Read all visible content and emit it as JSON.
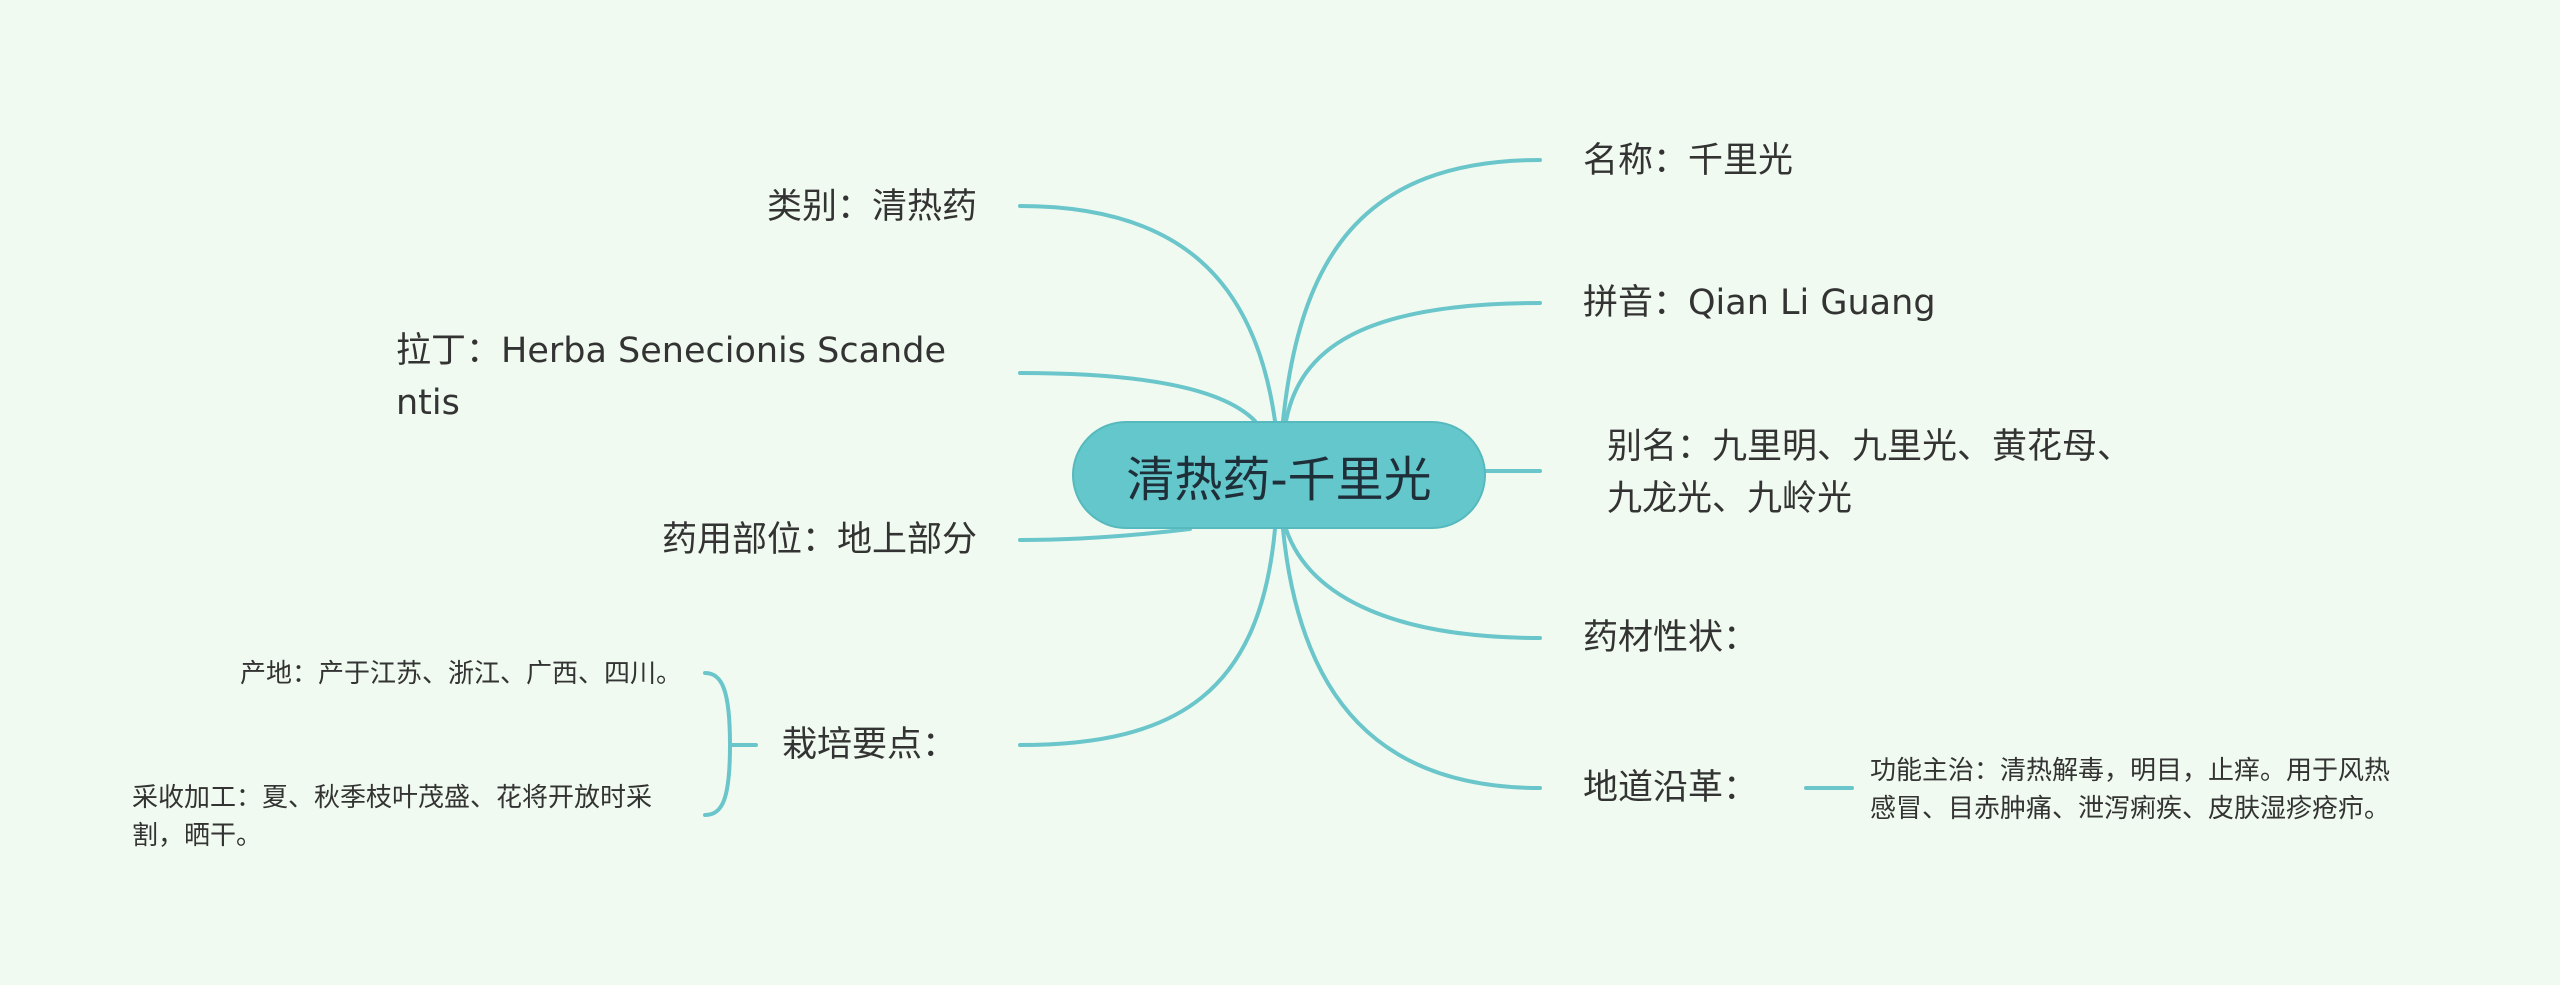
{
  "center": {
    "label": "清热药-千里光"
  },
  "left_branches": [
    {
      "id": "category",
      "lines": [
        "类别：清热药"
      ]
    },
    {
      "id": "latin",
      "lines": [
        "拉丁：Herba Senecionis Scande",
        "ntis"
      ]
    },
    {
      "id": "part",
      "lines": [
        "药用部位：地上部分"
      ]
    },
    {
      "id": "cultivation",
      "lines": [
        "栽培要点："
      ]
    }
  ],
  "cultivation_children": [
    {
      "id": "origin",
      "lines": [
        "产地：产于江苏、浙江、广西、四川。"
      ]
    },
    {
      "id": "harvest",
      "lines": [
        "采收加工：夏、秋季枝叶茂盛、花将开放时采",
        "割，晒干。"
      ]
    }
  ],
  "right_branches": [
    {
      "id": "name",
      "lines": [
        "名称：千里光"
      ]
    },
    {
      "id": "pinyin",
      "lines": [
        "拼音：Qian Li Guang"
      ]
    },
    {
      "id": "alias",
      "lines": [
        "别名：九里明、九里光、黄花母、",
        "九龙光、九岭光"
      ]
    },
    {
      "id": "shape",
      "lines": [
        "药材性状："
      ]
    },
    {
      "id": "history",
      "lines": [
        "地道沿革："
      ]
    }
  ],
  "history_children": [
    {
      "id": "function",
      "lines": [
        "功能主治：清热解毒，明目，止痒。用于风热",
        "感冒、目赤肿痛、泄泻痢疾、皮肤湿疹疮疖。"
      ]
    }
  ],
  "colors": {
    "background": "#f0faf0",
    "center_fill": "#63c7cb",
    "link": "#6ac6ca",
    "text": "#333333"
  }
}
